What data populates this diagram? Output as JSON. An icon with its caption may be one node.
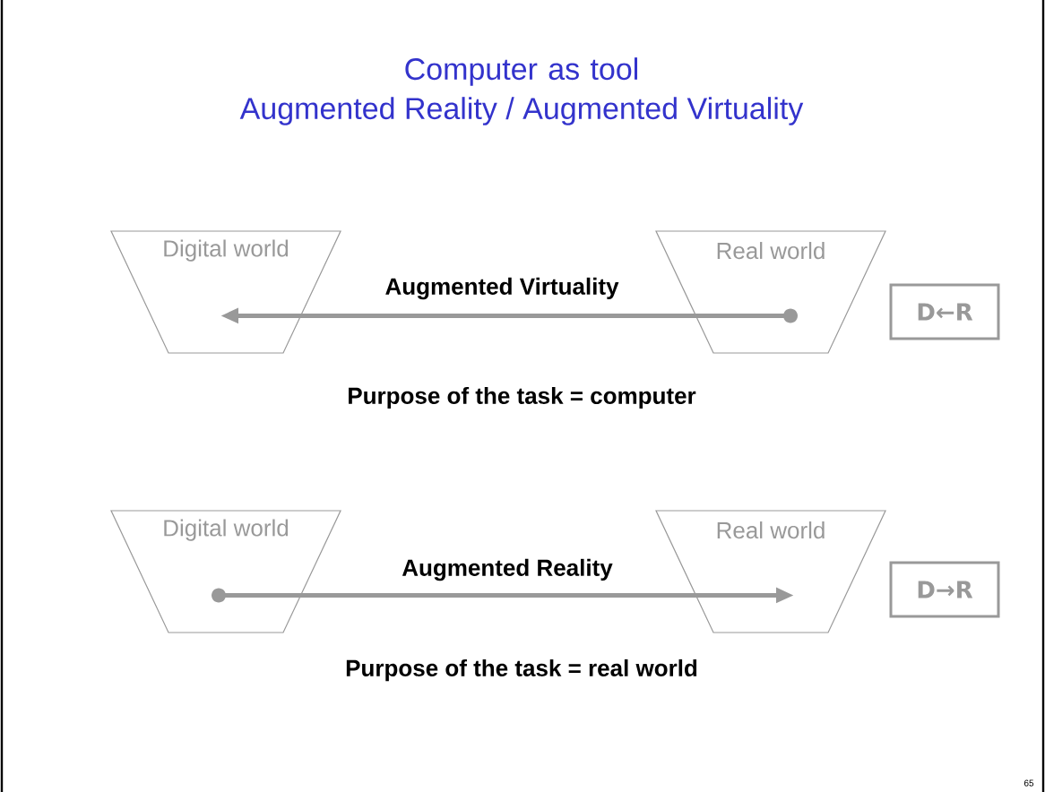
{
  "diagram": {
    "title": "Computer as tool",
    "nodes": [
      {
        "text": [
          "Digital world"
        ]
      },
      {
        "text": [
          "Real world"
        ]
      },
      {
        "text": [
          "D←R"
        ]
      },
      {
        "text": [
          "Digital world"
        ]
      },
      {
        "text": [
          "Real world"
        ]
      },
      {
        "text": [
          "D→R"
        ]
      }
    ],
    "edges": [
      {
        "from": 1,
        "to": 0,
        "arrow": "to",
        "label": "Augmented Virtuality"
      },
      {
        "from": 3,
        "to": 4,
        "arrow": "to",
        "label": "Augmented Reality"
      }
    ],
    "labels": [
      "Augmented Reality / Augmented Virtuality",
      "Purpose of the task = computer",
      "Purpose of the task = real world",
      "65"
    ]
  }
}
